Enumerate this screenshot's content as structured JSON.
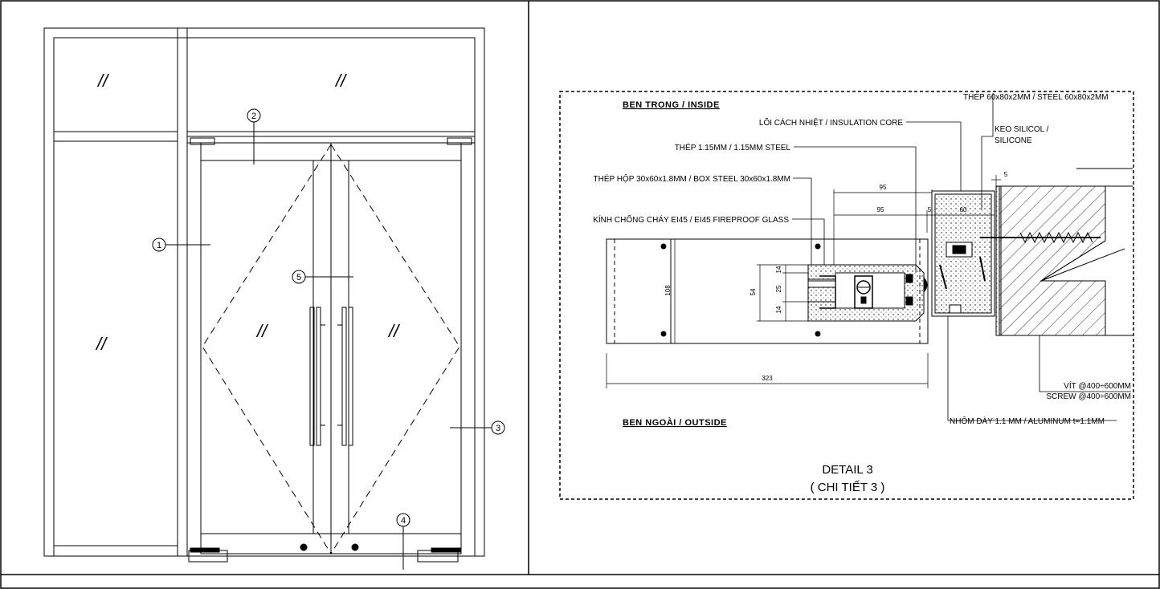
{
  "door": {
    "callouts": [
      {
        "id": "1",
        "text": "1"
      },
      {
        "id": "2",
        "text": "2"
      },
      {
        "id": "3",
        "text": "3"
      },
      {
        "id": "4",
        "text": "4"
      },
      {
        "id": "5",
        "text": "5"
      }
    ],
    "glass_mark": "//"
  },
  "detail": {
    "title_inside": "BEN TRONG / INSIDE",
    "title_outside": "BEN NGOÀI / OUTSIDE",
    "labels": {
      "steel_tube": "THÉP 60x80x2MM / STEEL 60x80x2MM",
      "insulation_core": "LÕI CÁCH NHIỆT / INSULATION CORE",
      "silicone_1": "KEO SILICOL /",
      "silicone_2": "SILICONE",
      "steel_sheet": "THÉP 1.15MM / 1.15MM STEEL",
      "box_steel": "THÉP HỘP 30x60x1.8MM / BOX STEEL 30x60x1.8MM",
      "glass": "KÍNH CHỐNG CHÁY EI45 / EI45 FIREPROOF GLASS",
      "screw_1": "VÍT @400÷600MM",
      "screw_2": "SCREW @400÷600MM",
      "aluminum": "NHÔM DÀY 1.1 MM / ALUMINUM t=1.1MM"
    },
    "dims": {
      "d95a": "95",
      "d95b": "95",
      "d5a": "5",
      "d60": "60",
      "d5b": "5",
      "d108": "108",
      "d54": "54",
      "d14a": "14",
      "d25": "25",
      "d14b": "14",
      "d323": "323"
    },
    "caption_1": "DETAIL 3",
    "caption_2": "( CHI TIẾT 3 )"
  }
}
